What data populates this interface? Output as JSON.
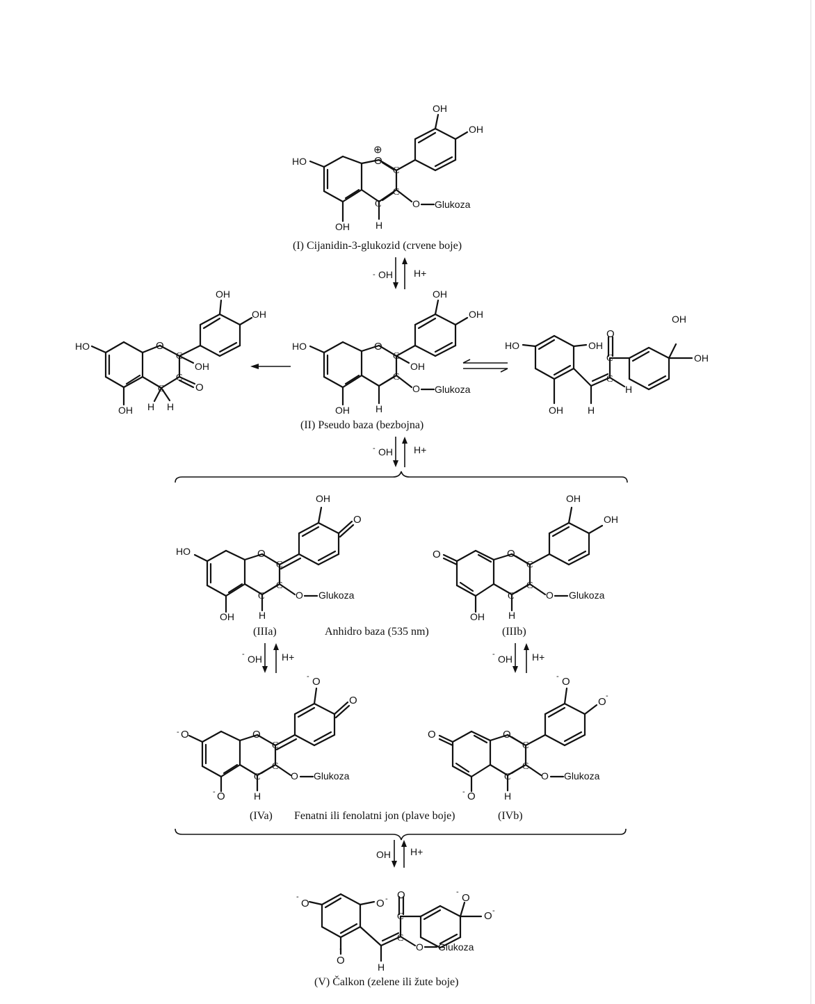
{
  "atoms": {
    "OH": "OH",
    "HO": "HO",
    "O": "O",
    "C": "C",
    "H": "H",
    "glc": "Glukoza",
    "oplus": "⊕",
    "minus": "-"
  },
  "arrows": {
    "oh_minus": "OH",
    "h_plus": "H+"
  },
  "captions": {
    "I": "(I) Cijanidin-3-glukozid (crvene boje)",
    "II": "(II) Pseudo baza (bezbojna)",
    "IIIa": "(IIIa)",
    "anhydro": "Anhidro baza (535 nm)",
    "IIIb": "(IIIb)",
    "IVa": "(IVa)",
    "fenolat": "Fenatni ili fenolatni jon (plave boje)",
    "IVb": "(IVb)",
    "V": "(V) Čalkon (zelene ili žute boje)"
  }
}
